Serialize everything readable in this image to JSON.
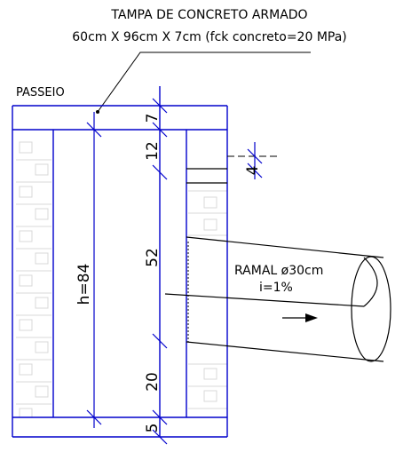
{
  "title": {
    "line1": "TAMPA DE CONCRETO ARMADO",
    "line2": "60cm X 96cm X 7cm (fck concreto=20 MPa)"
  },
  "labels": {
    "passeio": "PASSEIO",
    "ramal": "RAMAL ø30cm",
    "slope": "i=1%",
    "height": "h=84"
  },
  "dimensions": {
    "top_slab": "7",
    "upper": "12",
    "pipe_gap": "4",
    "middle": "52",
    "lower": "20",
    "base": "5"
  },
  "colors": {
    "structure": "#0000cc",
    "linework": "#000000",
    "brick": "#d9d9d9"
  }
}
